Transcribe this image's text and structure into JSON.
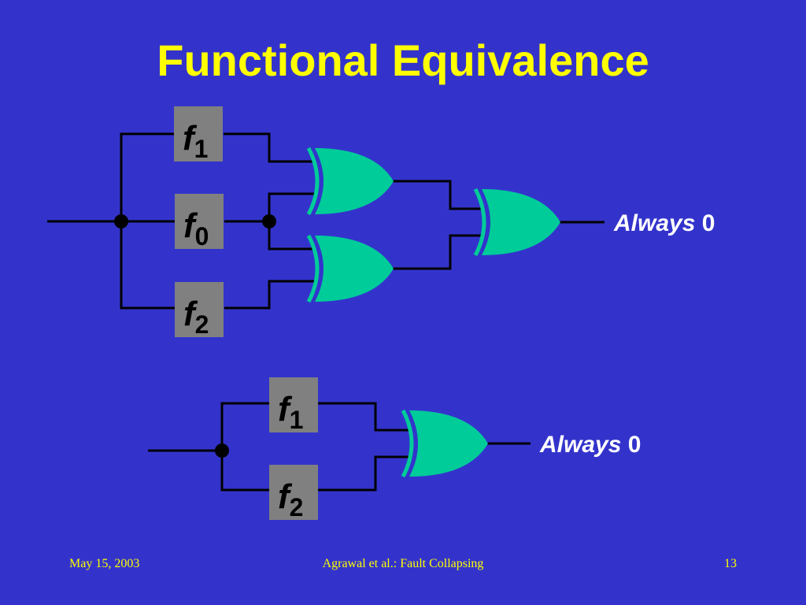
{
  "slide": {
    "title": "Functional Equivalence",
    "footer": {
      "date": "May 15, 2003",
      "source": "Agrawal et al.: Fault Collapsing",
      "page_number": "13"
    }
  },
  "diagram": {
    "circuit_top": {
      "blocks": [
        {
          "symbol": "f",
          "subscript": "1"
        },
        {
          "symbol": "f",
          "subscript": "0"
        },
        {
          "symbol": "f",
          "subscript": "2"
        }
      ],
      "output_label": {
        "italic": "Always",
        "value": "0"
      }
    },
    "circuit_bottom": {
      "blocks": [
        {
          "symbol": "f",
          "subscript": "1"
        },
        {
          "symbol": "f",
          "subscript": "2"
        }
      ],
      "output_label": {
        "italic": "Always",
        "value": "0"
      }
    }
  },
  "colors": {
    "background": "#3333CC",
    "title": "#FFFF00",
    "gate_fill": "#00CC99",
    "block_fill": "#808080",
    "wire": "#000000",
    "output_text": "#FFFFFF",
    "footer_text": "#FFFF00"
  }
}
